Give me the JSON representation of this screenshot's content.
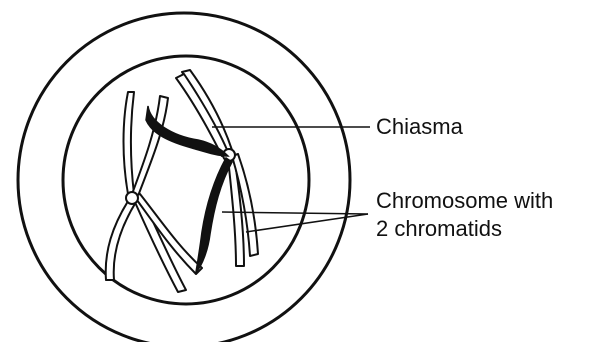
{
  "labels": {
    "chiasma": "Chiasma",
    "chromosome_line1": "Chromosome with",
    "chromosome_line2": "2 chromatids"
  }
}
